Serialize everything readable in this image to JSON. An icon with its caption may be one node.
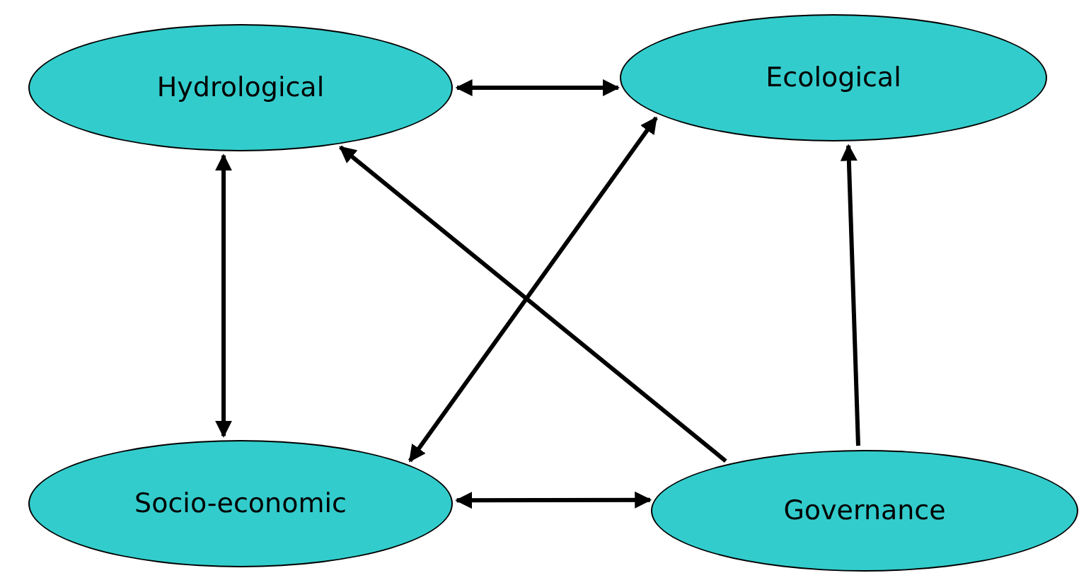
{
  "diagram": {
    "nodes": [
      {
        "text": [
          "Hydrological"
        ]
      },
      {
        "text": [
          "Ecological"
        ]
      },
      {
        "text": [
          "Socio-economic"
        ]
      },
      {
        "text": [
          "Governance"
        ]
      }
    ],
    "edges": [
      {
        "from": 0,
        "to": 1,
        "arrow": "both"
      },
      {
        "from": 0,
        "to": 2,
        "arrow": "both"
      },
      {
        "from": 2,
        "to": 1,
        "arrow": "both"
      },
      {
        "from": 3,
        "to": 0,
        "arrow": "to"
      },
      {
        "from": 3,
        "to": 1,
        "arrow": "to"
      },
      {
        "from": 2,
        "to": 3,
        "arrow": "both"
      }
    ]
  }
}
